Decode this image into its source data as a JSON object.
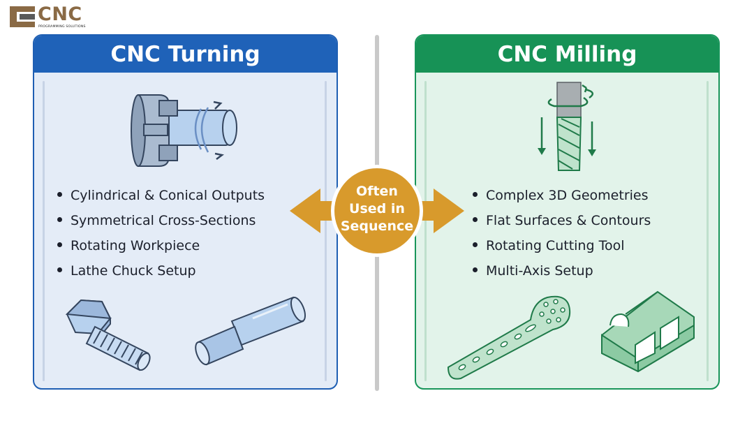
{
  "brand": {
    "name": "CNC",
    "tagline": "PROGRAMMING SOLUTIONS",
    "color": "#8a6a45"
  },
  "center_badge": {
    "lines": [
      "Often",
      "Used in",
      "Sequence"
    ],
    "color": "#d89a2c"
  },
  "turning": {
    "title": "CNC Turning",
    "color": "#1f62b8",
    "bullets": [
      "Cylindrical & Conical Outputs",
      "Symmetrical Cross-Sections",
      "Rotating Workpiece",
      "Lathe Chuck Setup"
    ],
    "icons": [
      "lathe-chuck-icon",
      "hex-bolt-icon",
      "stepped-shaft-icon"
    ]
  },
  "milling": {
    "title": "CNC Milling",
    "color": "#179256",
    "bullets": [
      "Complex 3D Geometries",
      "Flat Surfaces & Contours",
      "Rotating Cutting Tool",
      "Multi-Axis Setup"
    ],
    "icons": [
      "end-mill-icon",
      "bone-plate-icon",
      "milled-bracket-icon"
    ]
  }
}
